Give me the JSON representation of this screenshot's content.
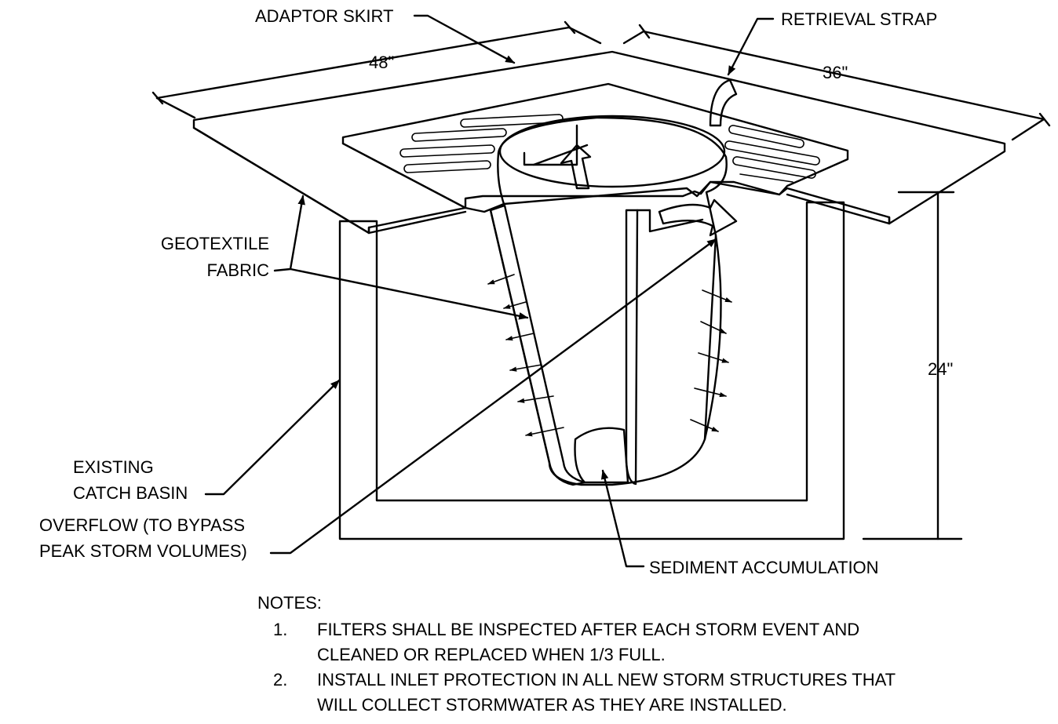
{
  "labels": {
    "adaptor_skirt": "ADAPTOR SKIRT",
    "retrieval_strap": "RETRIEVAL STRAP",
    "dim_48": "48\"",
    "dim_36": "36\"",
    "dim_24": "24\"",
    "geotextile_1": "GEOTEXTILE",
    "geotextile_2": "FABRIC",
    "existing_1": "EXISTING",
    "existing_2": "CATCH BASIN",
    "overflow_1": "OVERFLOW (TO BYPASS",
    "overflow_2": "PEAK STORM VOLUMES)",
    "sediment": "SEDIMENT ACCUMULATION"
  },
  "notes": {
    "header": "NOTES:",
    "items": [
      {
        "number": "1.",
        "line1": "FILTERS SHALL BE INSPECTED AFTER EACH STORM EVENT AND",
        "line2": "CLEANED OR REPLACED WHEN 1/3 FULL."
      },
      {
        "number": "2.",
        "line1": "INSTALL INLET PROTECTION IN ALL NEW STORM STRUCTURES THAT",
        "line2": "WILL COLLECT STORMWATER AS THEY ARE INSTALLED."
      }
    ]
  }
}
